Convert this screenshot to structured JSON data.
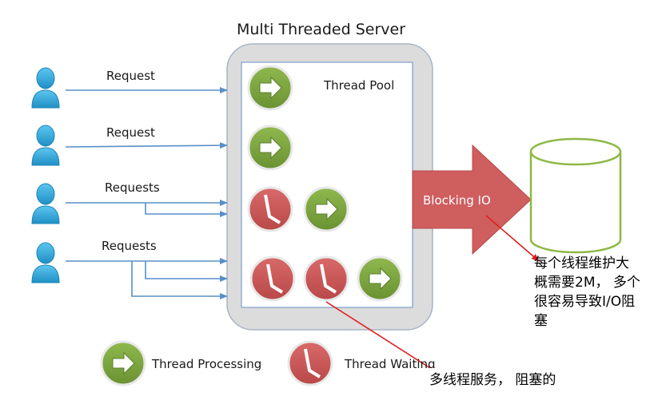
{
  "title": "Multi Threaded Server",
  "pool_label": "Thread Pool",
  "request_labels": [
    "Request",
    "Request",
    "Requests",
    "Requests"
  ],
  "blocking_label": "Blocking IO",
  "legend": {
    "processing": "Thread Processing",
    "waiting": "Thread Waiting"
  },
  "annotations": {
    "memory_note_lines": [
      "每个线程维护大",
      "概需要2M， 多个",
      "很容易导致I/O阻",
      "塞"
    ],
    "blocking_note": "多线程服务，  阻塞的"
  },
  "colors": {
    "user": "#33aadd",
    "arrow_line": "#5a8fc8",
    "server_frame": "#d9d9d9",
    "processing": "#7ea340",
    "waiting": "#cc5555",
    "blocking_arrow": "#cf5e5e",
    "annotation_line": "#e02020"
  }
}
